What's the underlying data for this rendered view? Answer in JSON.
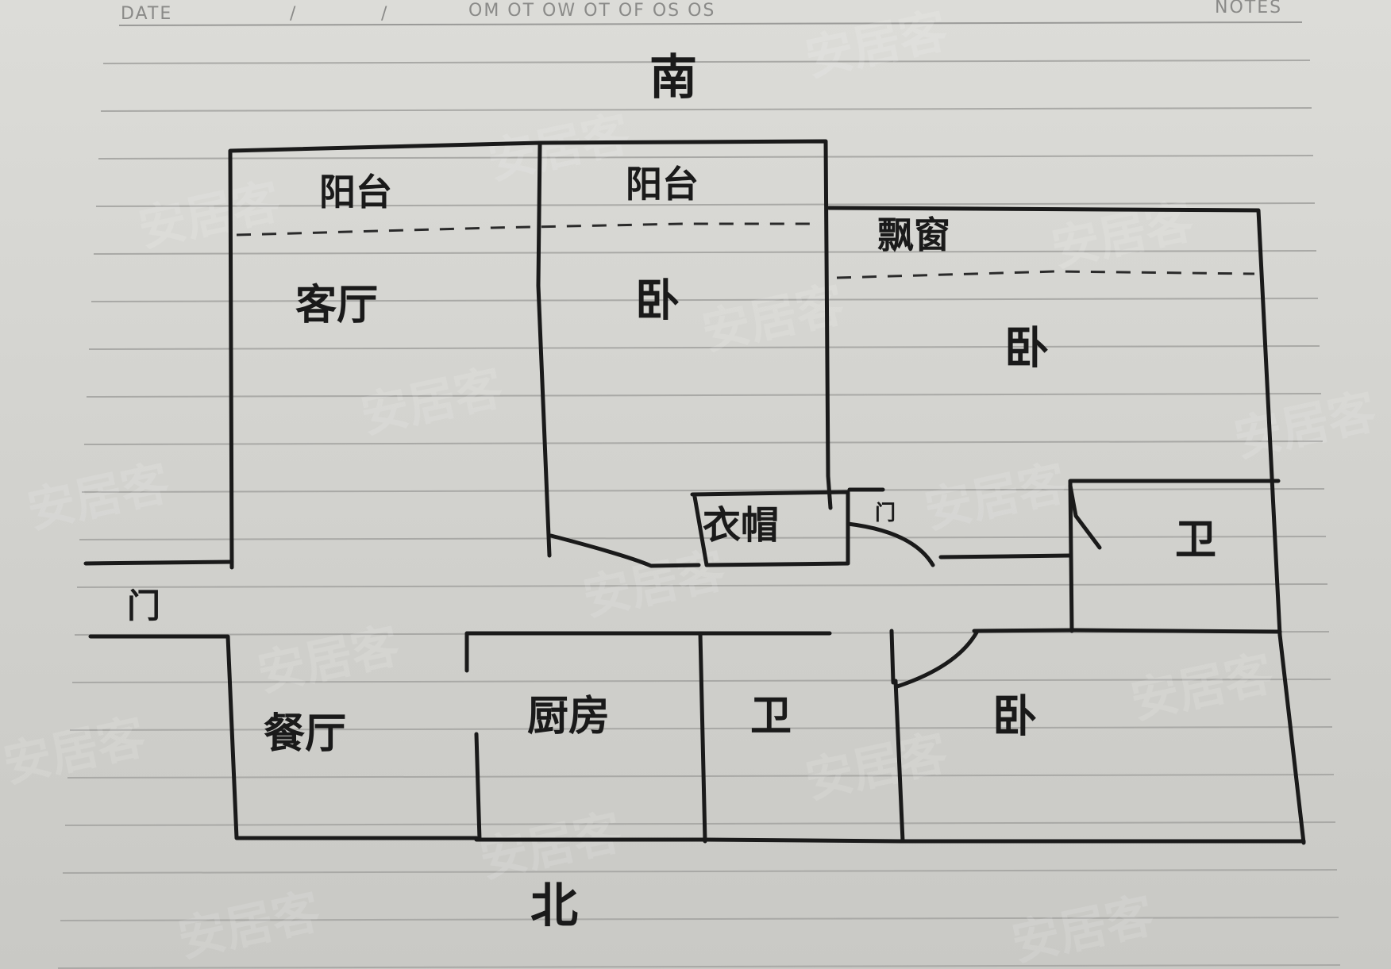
{
  "notebook": {
    "header": {
      "date": "DATE",
      "slash1": "/",
      "slash2": "/",
      "weekdays": "OM   OT   OW   OT   OF   OS   OS",
      "notes": "NOTES"
    }
  },
  "floorplan": {
    "compass_south": "南",
    "compass_north": "北",
    "rooms": {
      "balcony_left": "阳台",
      "balcony_right": "阳台",
      "bay_window": "飘窗",
      "living_room": "客厅",
      "bedroom_top_middle": "卧",
      "bedroom_top_right": "卧",
      "closet": "衣帽",
      "closet_door": "门",
      "bath_right": "卫",
      "entrance_door": "门",
      "dining_room": "餐厅",
      "kitchen": "厨房",
      "bath_bottom": "卫",
      "bedroom_bottom_right": "卧"
    }
  },
  "watermark": {
    "text": "安居客"
  }
}
